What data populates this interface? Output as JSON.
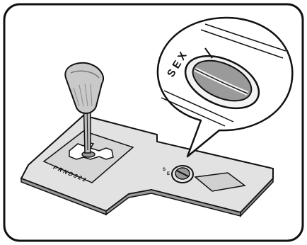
{
  "figure": {
    "knob_label": "S E X",
    "shift_pattern": "P R N D 3 2 1",
    "switch_marks": [
      "S",
      "E"
    ]
  },
  "colors": {
    "outline": "#111111",
    "plate": "#e2e2e2",
    "shade": "#9a9a9a",
    "knob": "#c9c9c9",
    "background": "#ffffff"
  }
}
